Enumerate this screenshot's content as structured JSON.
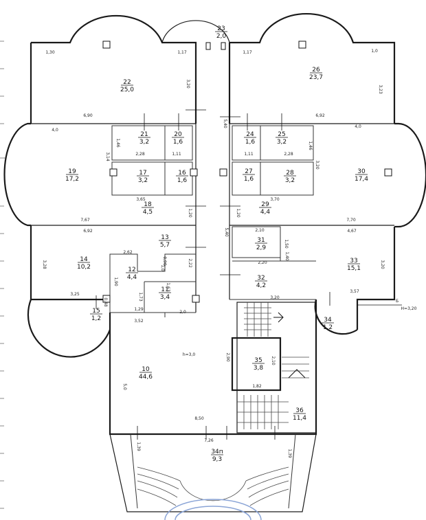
{
  "rooms": [
    {
      "number": "23",
      "area": "2,0"
    },
    {
      "number": "22",
      "area": "25,0"
    },
    {
      "number": "26",
      "area": "23,7"
    },
    {
      "number": "21",
      "area": "3,2"
    },
    {
      "number": "20",
      "area": "1,6"
    },
    {
      "number": "24",
      "area": "1,6"
    },
    {
      "number": "25",
      "area": "3,2"
    },
    {
      "number": "19",
      "area": "17,2"
    },
    {
      "number": "17",
      "area": "3,2"
    },
    {
      "number": "16",
      "area": "1,6"
    },
    {
      "number": "27",
      "area": "1,6"
    },
    {
      "number": "28",
      "area": "3,2"
    },
    {
      "number": "30",
      "area": "17,4"
    },
    {
      "number": "18",
      "area": "4,5"
    },
    {
      "number": "29",
      "area": "4,4"
    },
    {
      "number": "13",
      "area": "5,7"
    },
    {
      "number": "31",
      "area": "2,9"
    },
    {
      "number": "14",
      "area": "10,2"
    },
    {
      "number": "12",
      "area": "4,4"
    },
    {
      "number": "33",
      "area": "15,1"
    },
    {
      "number": "32",
      "area": "4,2"
    },
    {
      "number": "11",
      "area": "3,4"
    },
    {
      "number": "15",
      "area": "1,2"
    },
    {
      "number": "34",
      "area": "1,2"
    },
    {
      "number": "35",
      "area": "3,8"
    },
    {
      "number": "10",
      "area": "44,6"
    },
    {
      "number": "36",
      "area": "11,4"
    },
    {
      "number": "34п",
      "area": "9,3"
    }
  ],
  "dimensions": [
    "1,30",
    "1,17",
    "1,17",
    "1,0",
    "3,20",
    "3,23",
    "6,90",
    "6,92",
    "4,0",
    "4,0",
    "5,40",
    "5,40",
    "2,28",
    "2,28",
    "1,11",
    "1,11",
    "1,46",
    "1,46",
    "3,14",
    "3,20",
    "3,65",
    "3,70",
    "7,67",
    "7,70",
    "6,92",
    "4,67",
    "2,10",
    "2,20",
    "1,50",
    "3,20",
    "2,62",
    "0,90",
    "2,22",
    "1,90",
    "1,63",
    "1,73",
    "3,28",
    "3,25",
    "1,29",
    "3,52",
    "2,0",
    "3,20",
    "3,57",
    "2,90",
    "2,10",
    "1,82",
    "5,0",
    "8,50",
    "7,26",
    "1,39",
    "1,39",
    "1,20",
    "1,20",
    "1,0",
    "1,40",
    "0,48"
  ],
  "ceiling_height": "h=3,0",
  "marker_b": "Б",
  "marker_h": "H=3,20",
  "column_mark": "0,48"
}
